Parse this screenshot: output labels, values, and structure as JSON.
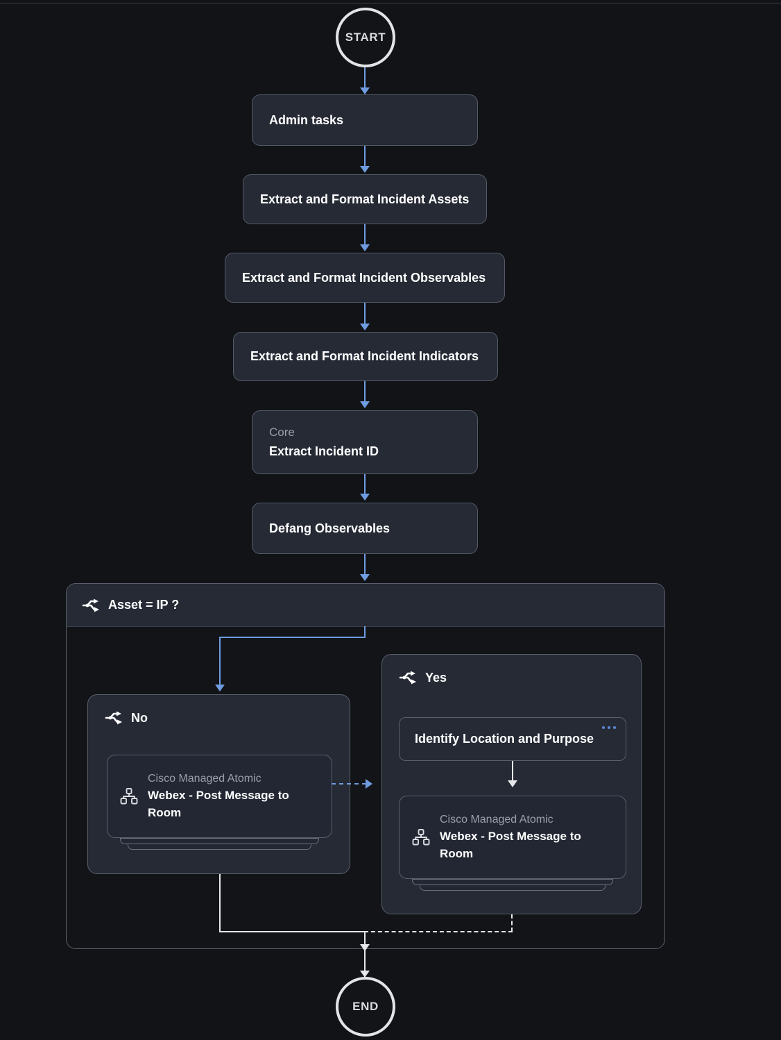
{
  "diagram": {
    "type": "workflow-flowchart",
    "theme": {
      "background": "#111317",
      "node_fill": "#252a35",
      "node_border": "#5a606b",
      "accent_blue": "#6f9ce0",
      "line_white": "#e6e7ea",
      "muted_text": "#9aa0ab"
    },
    "start": {
      "label": "START"
    },
    "end": {
      "label": "END"
    },
    "steps": [
      {
        "id": "admin-tasks",
        "title": "Admin tasks"
      },
      {
        "id": "extract-assets",
        "title": "Extract and Format Incident Assets"
      },
      {
        "id": "extract-observables",
        "title": "Extract and Format Incident Observables"
      },
      {
        "id": "extract-indicators",
        "title": "Extract and Format Incident Indicators"
      },
      {
        "id": "extract-incident-id",
        "subtitle": "Core",
        "title": "Extract Incident ID"
      },
      {
        "id": "defang-observables",
        "title": "Defang Observables"
      }
    ],
    "branch": {
      "icon": "branch-split-icon",
      "condition_label": "Asset = IP ?",
      "paths": [
        {
          "id": "no",
          "icon": "branch-split-icon",
          "label": "No",
          "nodes": [
            {
              "id": "webex-no",
              "icon": "hierarchy-icon",
              "subtitle": "Cisco Managed Atomic",
              "title": "Webex - Post Message to Room",
              "stacked": true
            }
          ]
        },
        {
          "id": "yes",
          "icon": "branch-split-icon",
          "label": "Yes",
          "nodes": [
            {
              "id": "identify-location",
              "title": "Identify Location and Purpose",
              "menu": "more-options-icon"
            },
            {
              "id": "webex-yes",
              "icon": "hierarchy-icon",
              "subtitle": "Cisco Managed Atomic",
              "title": "Webex - Post Message to Room",
              "stacked": true
            }
          ]
        }
      ]
    }
  }
}
